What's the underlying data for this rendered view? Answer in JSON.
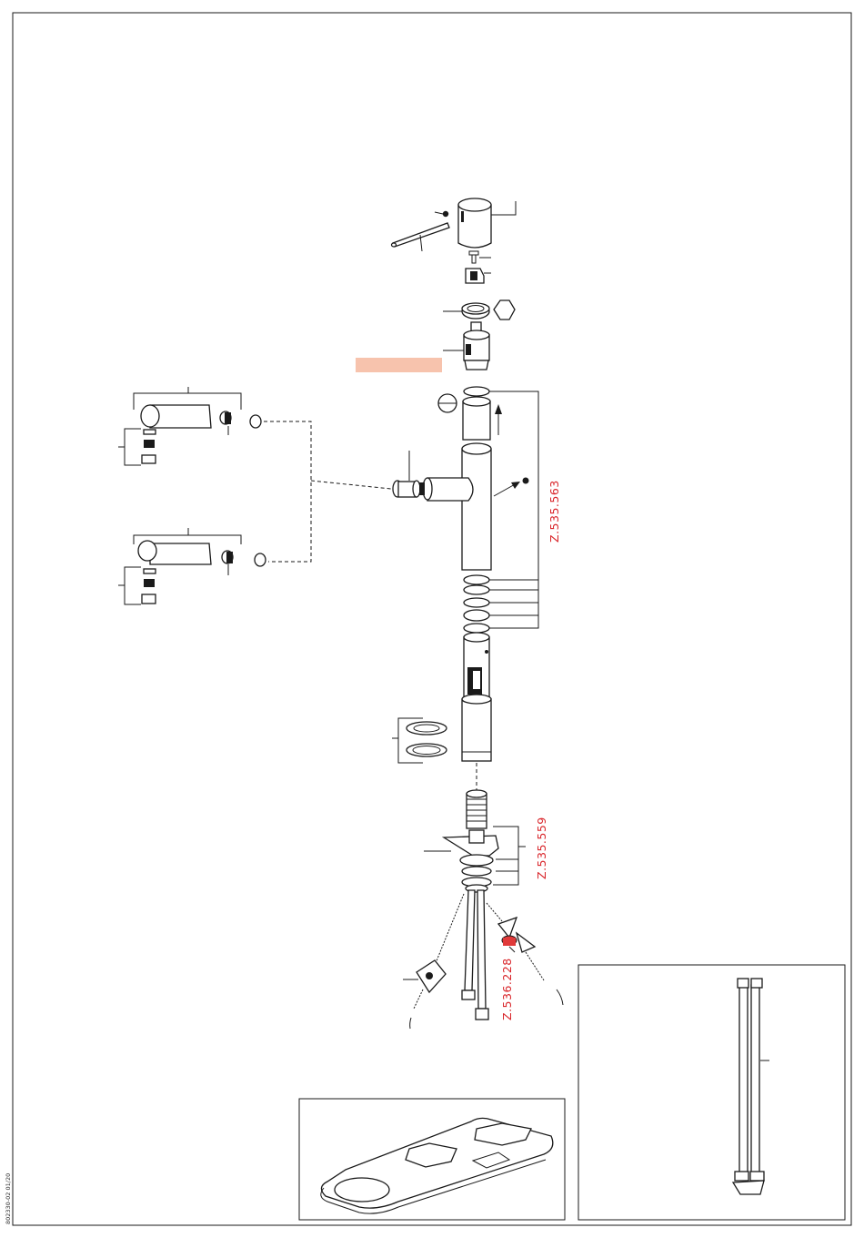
{
  "labels": {
    "cartridge_kit": "Z.535.563",
    "mounting_kit": "Z.535.559",
    "connector": "Z.536.228",
    "doc_code": "802330-02 01/20"
  },
  "colors": {
    "label_red": "#d9262b",
    "highlight": "#f7c3ad",
    "connector_red": "#e03a3a",
    "line": "#1a1a1a"
  }
}
